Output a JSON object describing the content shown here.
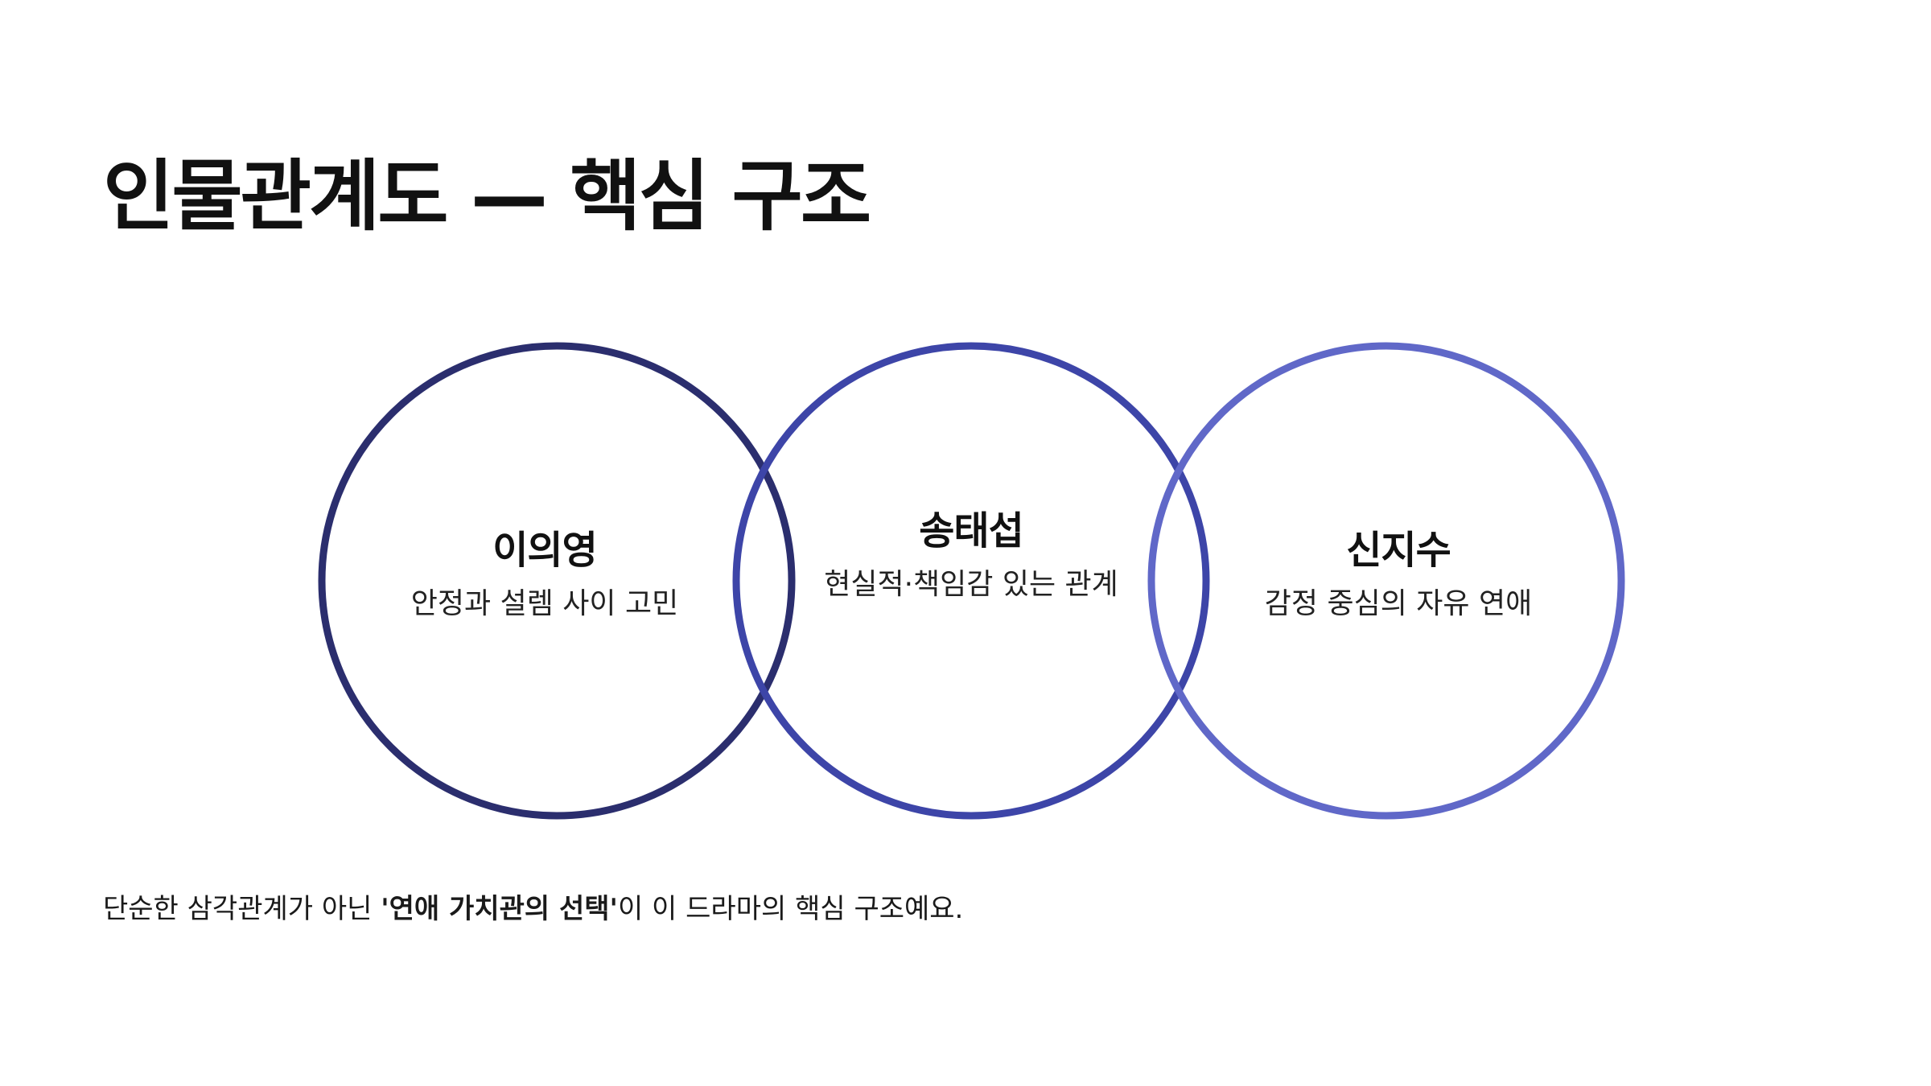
{
  "title": "인물관계도 — 핵심 구조",
  "colors": {
    "circle_left": "#2b2e6e",
    "circle_middle": "#3d45a8",
    "circle_right": "#6068c8"
  },
  "characters": [
    {
      "name": "이의영",
      "description": "안정과 설렘 사이 고민"
    },
    {
      "name": "송태섭",
      "description": "현실적·책임감 있는 관계"
    },
    {
      "name": "신지수",
      "description": "감정 중심의 자유 연애"
    }
  ],
  "caption": {
    "before": "단순한 삼각관계가 아닌 ",
    "emphasis": "'연애 가치관의 선택'",
    "after": "이 이 드라마의 핵심 구조예요."
  }
}
